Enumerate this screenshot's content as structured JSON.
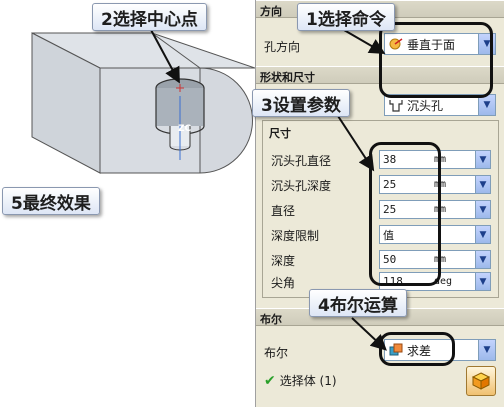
{
  "callouts": {
    "step1": "1选择命令",
    "step2": "2选择中心点",
    "step3": "3设置参数",
    "step4": "4布尔运算",
    "step5": "5最终效果"
  },
  "view": {
    "axis_label": "ZC"
  },
  "direction_section": {
    "title": "方向",
    "hole_direction_label": "孔方向",
    "hole_direction_value": "垂直于面"
  },
  "shape_section": {
    "title": "形状和尺寸",
    "form_value": "沉头孔"
  },
  "dimensions": {
    "title": "尺寸",
    "fields": [
      {
        "label": "沉头孔直径",
        "value": "38",
        "unit": "mm"
      },
      {
        "label": "沉头孔深度",
        "value": "25",
        "unit": "mm"
      },
      {
        "label": "直径",
        "value": "25",
        "unit": "mm"
      },
      {
        "label": "深度限制",
        "value": "值",
        "unit": ""
      },
      {
        "label": "深度",
        "value": "50",
        "unit": "mm"
      },
      {
        "label": "尖角",
        "value": "118",
        "unit": "deg"
      }
    ]
  },
  "boolean_section": {
    "title": "布尔",
    "boolean_label": "布尔",
    "boolean_value": "求差",
    "select_body_label": "选择体 (1)"
  },
  "icons": {
    "check": "check-icon",
    "cube": "cube-icon",
    "dropdown": "chevron-down-icon"
  },
  "colors": {
    "panel_bg": "#ece9d8",
    "check_green": "#2aa02a",
    "ring": "#111111"
  }
}
